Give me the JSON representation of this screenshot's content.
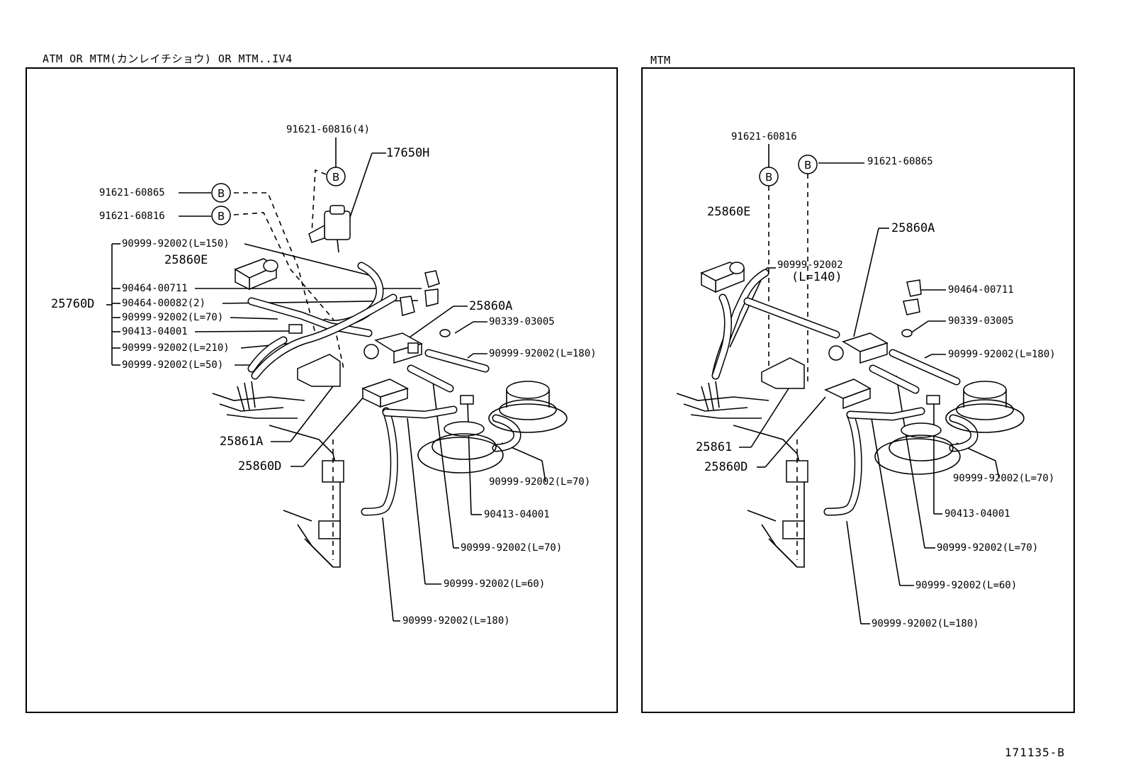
{
  "panels": {
    "left_title": "ATM OR MTM(カンレイチショウ) OR MTM..IV4",
    "right_title": "MTM"
  },
  "left": {
    "c1": "91621-60816(4)",
    "c2": "17650H",
    "c3": "91621-60865",
    "c4": "91621-60816",
    "c5": "90999-92002(L=150)",
    "c6": "25860E",
    "c7": "90464-00711",
    "c8": "25760D",
    "c9": "90464-00082(2)",
    "c10": "25860A",
    "c11": "90999-92002(L=70)",
    "c12": "90339-03005",
    "c13": "90413-04001",
    "c14": "90999-92002(L=210)",
    "c15": "90999-92002(L=180)",
    "c16": "90999-92002(L=50)",
    "c17": "25861A",
    "c18": "25860D",
    "c19": "90999-92002(L=70)",
    "c20": "90413-04001",
    "c21": "90999-92002(L=70)",
    "c22": "90999-92002(L=60)",
    "c23": "90999-92002(L=180)"
  },
  "right": {
    "c1": "91621-60816",
    "c2": "91621-60865",
    "c3": "25860E",
    "c4": "25860A",
    "c5": "90999-92002",
    "c5b": "(L=140)",
    "c6": "90464-00711",
    "c7": "90339-03005",
    "c8": "90999-92002(L=180)",
    "c9": "25861",
    "c10": "25860D",
    "c11": "90999-92002(L=70)",
    "c12": "90413-04001",
    "c13": "90999-92002(L=70)",
    "c14": "90999-92002(L=60)",
    "c15": "90999-92002(L=180)"
  },
  "callout_letter": "B",
  "footer_code": "171135-B"
}
